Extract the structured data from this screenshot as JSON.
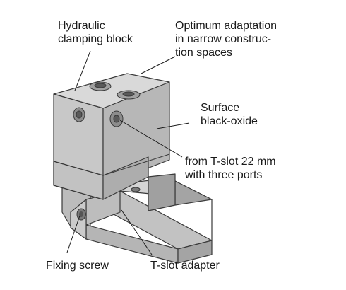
{
  "labels": {
    "hydraulic_block": [
      "Hydraulic",
      "clamping block"
    ],
    "optimum_adaptation": [
      "Optimum adaptation",
      "in narrow construc-",
      "tion spaces"
    ],
    "surface": [
      "Surface",
      "black-oxide"
    ],
    "tslot_ports": [
      "from T-slot 22 mm",
      "with three ports"
    ],
    "fixing_screw": [
      "Fixing screw"
    ],
    "tslot_adapter": [
      "T-slot adapter"
    ]
  },
  "colors": {
    "block_front": "#c8c8c8",
    "block_top": "#d9d9d9",
    "block_side": "#b7b7b7",
    "adapter_front": "#c2c2c2",
    "adapter_top": "#d4d4d4",
    "adapter_side": "#aaaaaa",
    "outline": "#3a3a3a",
    "leader": "#1a1a1a"
  }
}
